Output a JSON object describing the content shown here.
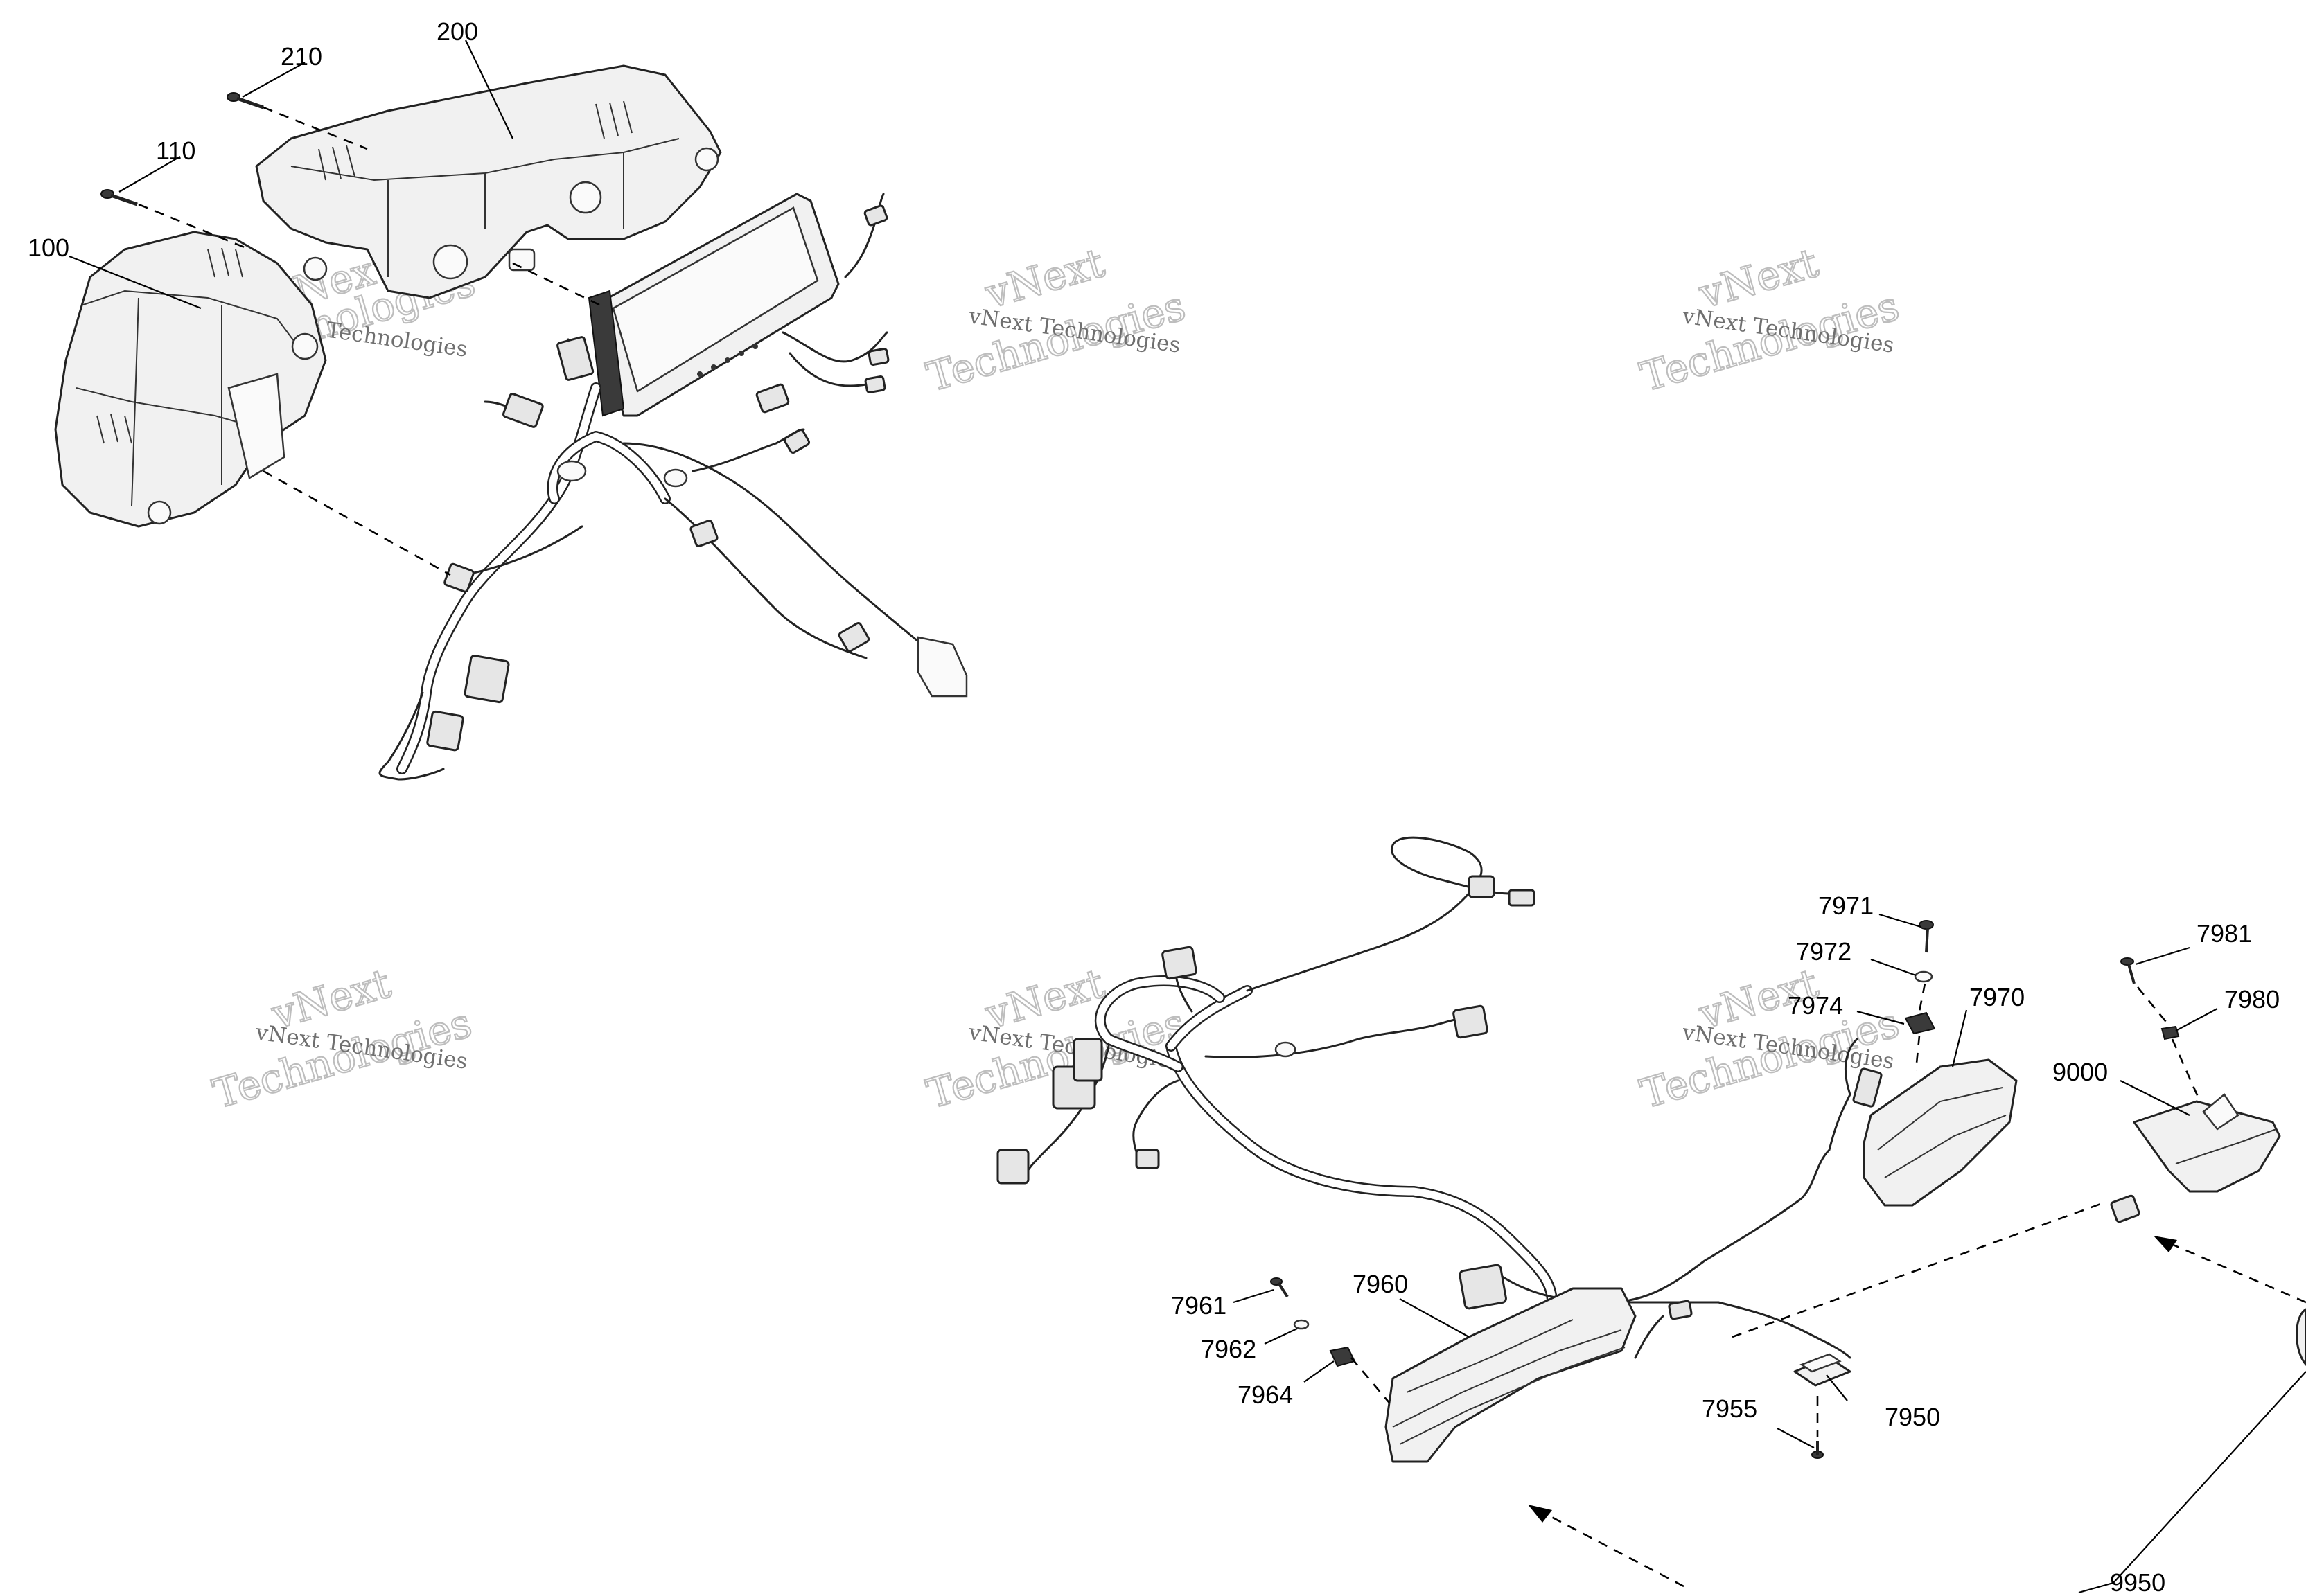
{
  "callouts": {
    "c100": "100",
    "c110": "110",
    "c200": "200",
    "c210": "210",
    "c7950": "7950",
    "c7955": "7955",
    "c7960": "7960",
    "c7961": "7961",
    "c7962": "7962",
    "c7964": "7964",
    "c7970": "7970",
    "c7971": "7971",
    "c7972": "7972",
    "c7974": "7974",
    "c7980": "7980",
    "c7981": "7981",
    "c9000": "9000",
    "c9950": "9950"
  },
  "watermark": {
    "line1": "vNext Technologies",
    "brand_top": "vNext",
    "brand_bottom": "Technologies"
  },
  "colors": {
    "line": "#222222",
    "watermark": "#bdbdbd",
    "fill": "#f1f1f1"
  }
}
